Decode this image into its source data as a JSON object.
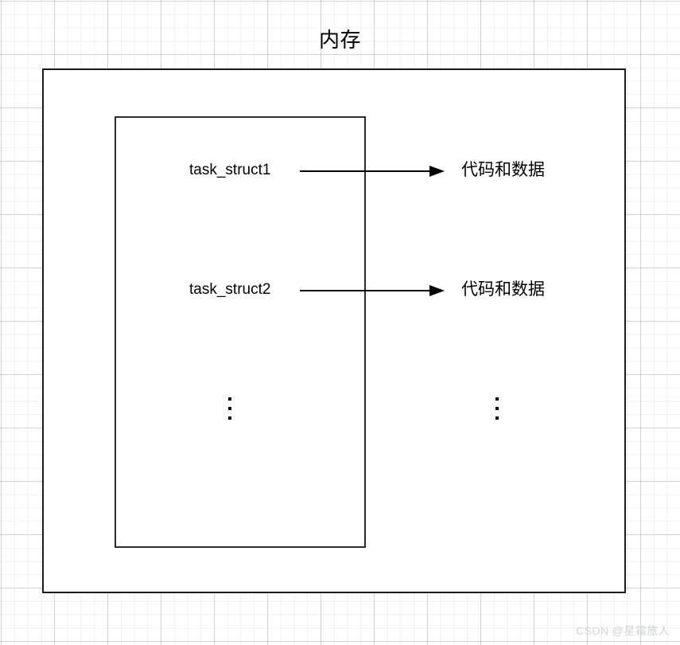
{
  "diagram": {
    "title": "内存",
    "rows": [
      {
        "struct_label": "task_struct1",
        "arrow_icon": "arrow-right-icon",
        "target_label": "代码和数据"
      },
      {
        "struct_label": "task_struct2",
        "arrow_icon": "arrow-right-icon",
        "target_label": "代码和数据"
      }
    ],
    "ellipsis": {
      "left": "⋮",
      "right": "⋮"
    },
    "colors": {
      "stroke": "#1a1a1a",
      "background": "#ffffff",
      "grid_minor": "#f0f0f0",
      "grid_major": "#e0e0e0",
      "text": "#000000",
      "watermark": "#d2d4d8"
    }
  },
  "watermark": {
    "text": "CSDN @星霜旅人"
  }
}
